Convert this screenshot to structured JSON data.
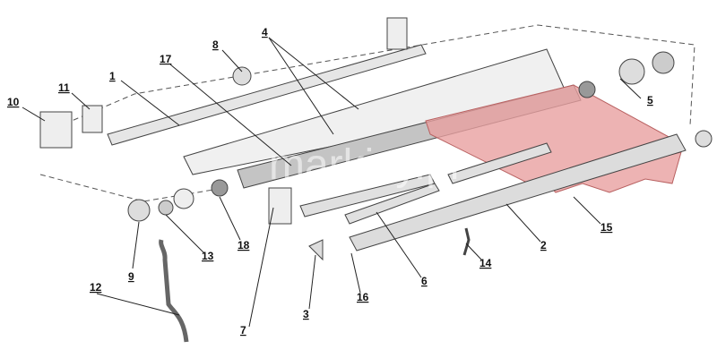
{
  "watermark": "markizy.pl",
  "colors": {
    "fabric": "#e8a0a0",
    "fabric_dark": "#c85a5a",
    "tube": "#d8d8d8",
    "outline": "#333333"
  },
  "labels": [
    {
      "id": "1",
      "text": "1"
    },
    {
      "id": "2",
      "text": "2"
    },
    {
      "id": "3",
      "text": "3"
    },
    {
      "id": "4",
      "text": "4"
    },
    {
      "id": "5",
      "text": "5"
    },
    {
      "id": "6",
      "text": "6"
    },
    {
      "id": "7",
      "text": "7"
    },
    {
      "id": "8",
      "text": "8"
    },
    {
      "id": "9",
      "text": "9"
    },
    {
      "id": "10",
      "text": "10"
    },
    {
      "id": "11",
      "text": "11"
    },
    {
      "id": "12",
      "text": "12"
    },
    {
      "id": "13",
      "text": "13"
    },
    {
      "id": "14",
      "text": "14"
    },
    {
      "id": "15",
      "text": "15"
    },
    {
      "id": "16",
      "text": "16"
    },
    {
      "id": "17",
      "text": "17"
    },
    {
      "id": "18",
      "text": "18"
    }
  ]
}
